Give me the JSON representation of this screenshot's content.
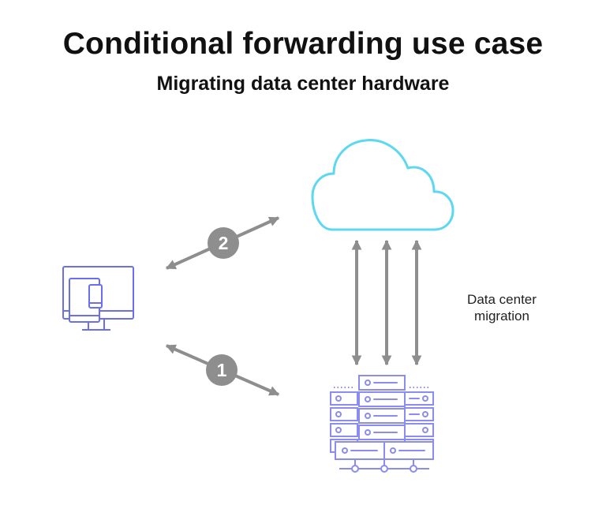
{
  "header": {
    "title": "Conditional forwarding use case",
    "subtitle": "Migrating data center hardware"
  },
  "diagram": {
    "nodes": {
      "client": {
        "icon": "devices-icon"
      },
      "cloud": {
        "icon": "cloud-icon"
      },
      "datacenter": {
        "icon": "server-rack-icon"
      }
    },
    "step_badges": [
      "1",
      "2"
    ],
    "migration_label": [
      "Data center",
      "migration"
    ]
  },
  "colors": {
    "arrow": "#8e8e8e",
    "badge": "#8e8e8e",
    "cloud_stroke": "#5cd8f0",
    "device_stroke": "#6a6ef0",
    "server_stroke": "#8a8cf2",
    "text": "#111111"
  }
}
